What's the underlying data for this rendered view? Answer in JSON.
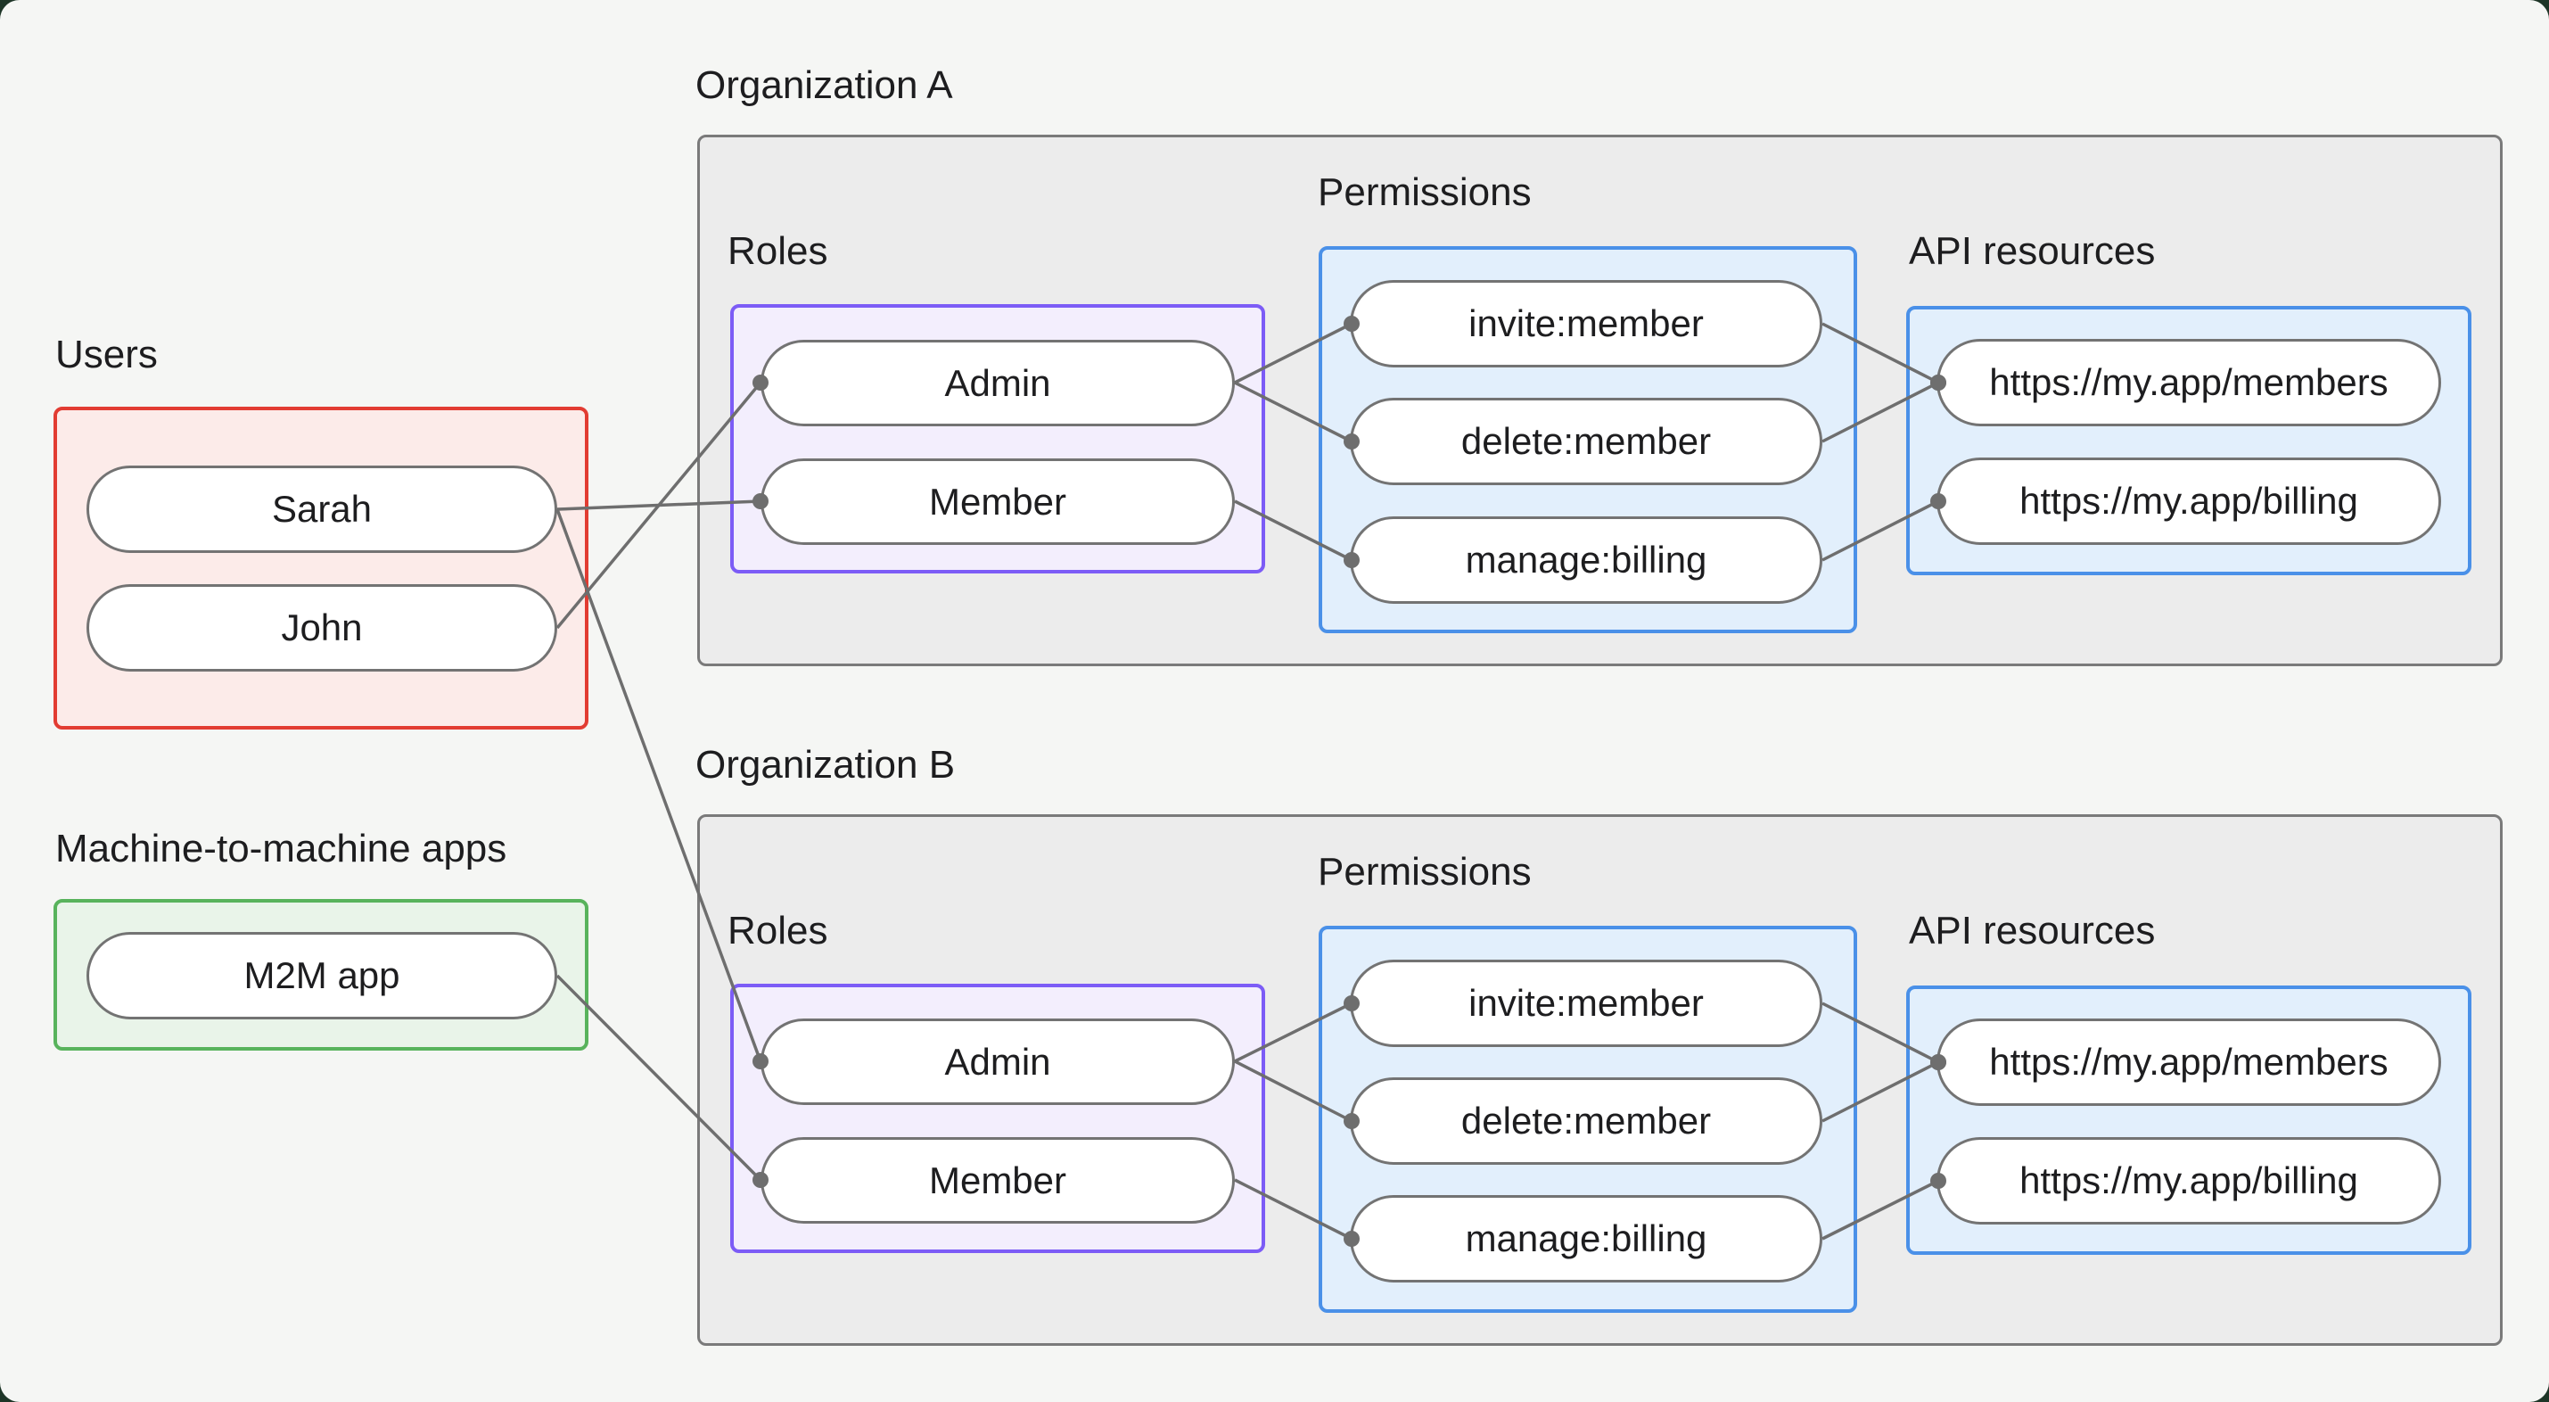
{
  "colors": {
    "background": "#f5f6f4",
    "org_box_fill": "#ececec",
    "org_box_border": "#7a7a7a",
    "users_fill": "#fcebe9",
    "users_border": "#e23c32",
    "m2m_fill": "#e9f4e9",
    "m2m_border": "#58b35c",
    "roles_fill": "#f3eefd",
    "roles_border": "#7c5cf6",
    "blue_fill": "#e2effc",
    "blue_border": "#4a90e8",
    "edge": "#6e6e6e",
    "node_border": "#737373",
    "text": "#1d1d1f"
  },
  "users_group": {
    "label": "Users",
    "items": [
      "Sarah",
      "John"
    ]
  },
  "m2m_group": {
    "label": "Machine-to-machine apps",
    "items": [
      "M2M app"
    ]
  },
  "orgs": [
    {
      "label": "Organization A",
      "roles_label": "Roles",
      "permissions_label": "Permissions",
      "api_label": "API resources",
      "roles": [
        "Admin",
        "Member"
      ],
      "permissions": [
        "invite:member",
        "delete:member",
        "manage:billing"
      ],
      "api_resources": [
        "https://my.app/members",
        "https://my.app/billing"
      ]
    },
    {
      "label": "Organization B",
      "roles_label": "Roles",
      "permissions_label": "Permissions",
      "api_label": "API resources",
      "roles": [
        "Admin",
        "Member"
      ],
      "permissions": [
        "invite:member",
        "delete:member",
        "manage:billing"
      ],
      "api_resources": [
        "https://my.app/members",
        "https://my.app/billing"
      ]
    }
  ],
  "edges": [
    {
      "from": "sarah",
      "to": "orgA-member"
    },
    {
      "from": "john",
      "to": "orgA-admin"
    },
    {
      "from": "sarah",
      "to": "orgB-admin"
    },
    {
      "from": "m2m",
      "to": "orgB-member"
    },
    {
      "from": "orgA-admin",
      "to": "orgA-invite"
    },
    {
      "from": "orgA-admin",
      "to": "orgA-delete"
    },
    {
      "from": "orgA-member",
      "to": "orgA-manage"
    },
    {
      "from": "orgA-invite",
      "to": "orgA-members"
    },
    {
      "from": "orgA-delete",
      "to": "orgA-members"
    },
    {
      "from": "orgA-manage",
      "to": "orgA-billing"
    },
    {
      "from": "orgB-admin",
      "to": "orgB-invite"
    },
    {
      "from": "orgB-admin",
      "to": "orgB-delete"
    },
    {
      "from": "orgB-member",
      "to": "orgB-manage"
    },
    {
      "from": "orgB-invite",
      "to": "orgB-members"
    },
    {
      "from": "orgB-delete",
      "to": "orgB-members"
    },
    {
      "from": "orgB-manage",
      "to": "orgB-billing"
    }
  ]
}
